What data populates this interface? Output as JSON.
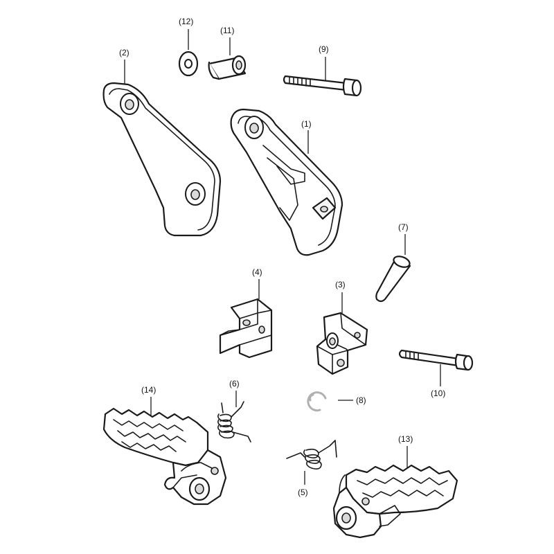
{
  "callouts": {
    "p1": "(1)",
    "p2": "(2)",
    "p3": "(3)",
    "p4": "(4)",
    "p5": "(5)",
    "p6": "(6)",
    "p7": "(7)",
    "p8": "(8)",
    "p9": "(9)",
    "p10": "(10)",
    "p11": "(11)",
    "p12": "(12)",
    "p13": "(13)",
    "p14": "(14)"
  },
  "colors": {
    "line": "#1a1a1a",
    "background": "#ffffff",
    "clip": "#b0b0b0"
  }
}
